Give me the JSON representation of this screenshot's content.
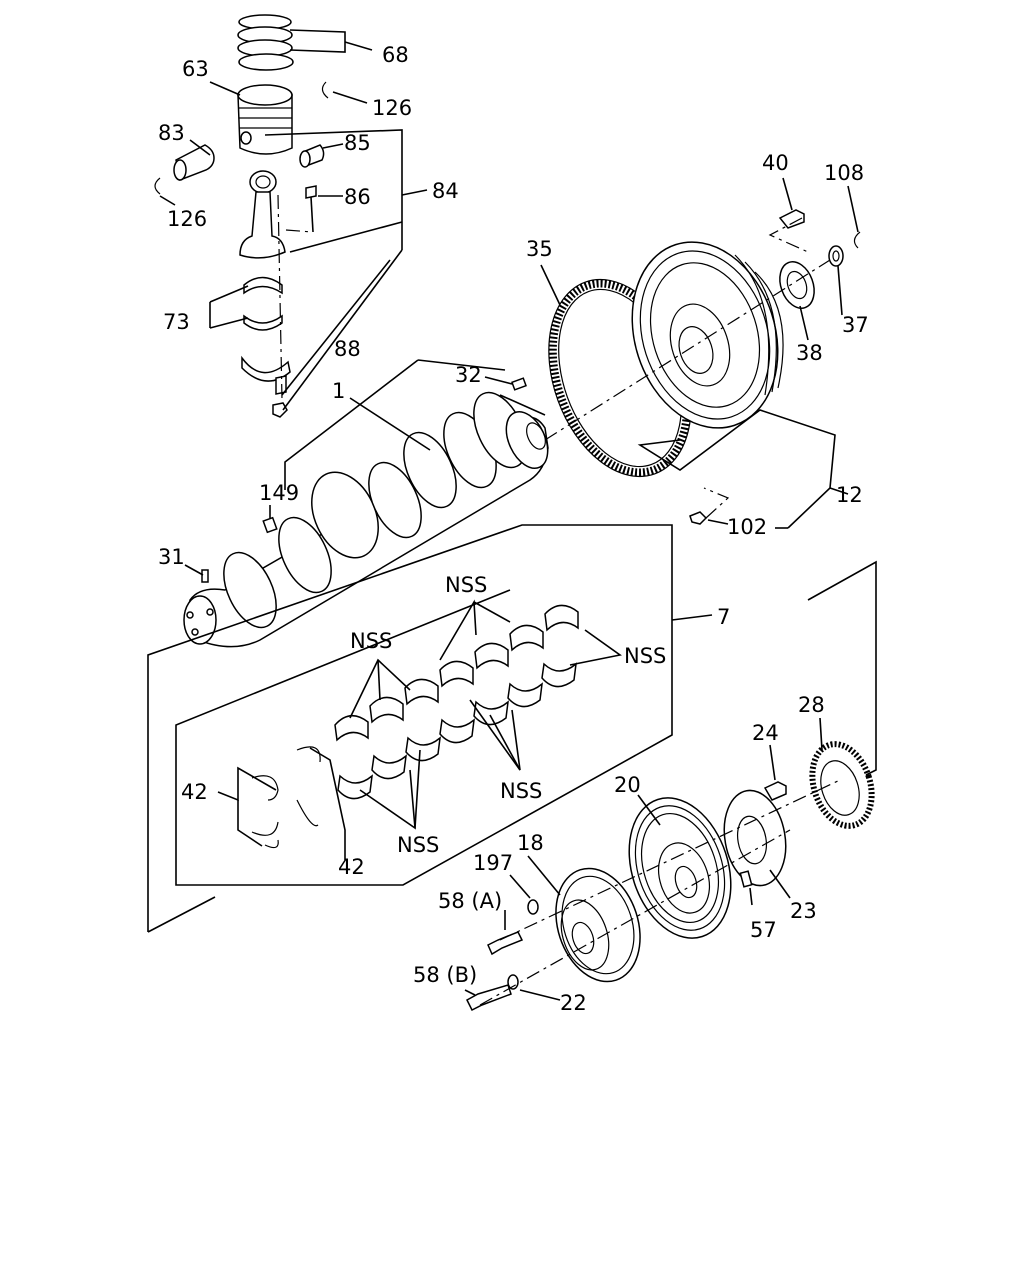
{
  "labels": {
    "l68": "68",
    "l63": "63",
    "l126a": "126",
    "l83": "83",
    "l85": "85",
    "l126b": "126",
    "l86": "86",
    "l84": "84",
    "l73": "73",
    "l88": "88",
    "l40": "40",
    "l108": "108",
    "l35": "35",
    "l37": "37",
    "l38": "38",
    "l32": "32",
    "l1": "1",
    "l12": "12",
    "l149": "149",
    "l102": "102",
    "l31": "31",
    "l7": "7",
    "l28": "28",
    "l24": "24",
    "l42a": "42",
    "l42b": "42",
    "l20": "20",
    "l18": "18",
    "l197": "197",
    "l23": "23",
    "l57": "57",
    "l58a": "58 (A)",
    "l58b": "58 (B)",
    "l22": "22",
    "nss1": "NSS",
    "nss2": "NSS",
    "nss3": "NSS",
    "nss4": "NSS",
    "nss5": "NSS"
  }
}
